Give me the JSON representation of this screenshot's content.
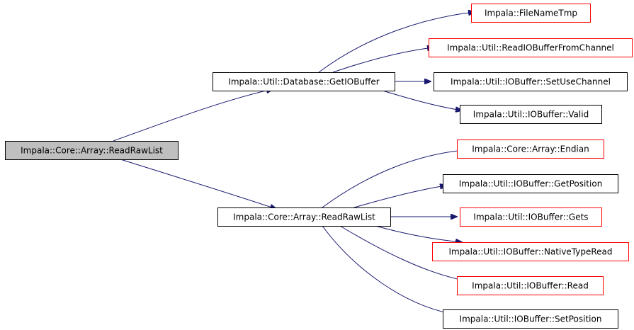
{
  "colors": {
    "root_fill": "#bfbfbf",
    "root_border": "#000000",
    "documented_border": "#000000",
    "undocumented_border": "#ff0000",
    "edge": "#191970"
  },
  "nodes": {
    "root": {
      "label": "Impala::Core::Array::ReadRawList",
      "style": "root"
    },
    "get_io_buffer": {
      "label": "Impala::Util::Database::GetIOBuffer",
      "style": "documented"
    },
    "read_raw_list": {
      "label": "Impala::Core::Array::ReadRawList",
      "style": "documented"
    },
    "file_name_tmp": {
      "label": "Impala::FileNameTmp",
      "style": "undocumented"
    },
    "read_io_buffer_from_channel": {
      "label": "Impala::Util::ReadIOBufferFromChannel",
      "style": "undocumented"
    },
    "set_use_channel": {
      "label": "Impala::Util::IOBuffer::SetUseChannel",
      "style": "documented"
    },
    "valid": {
      "label": "Impala::Util::IOBuffer::Valid",
      "style": "documented"
    },
    "endian": {
      "label": "Impala::Core::Array::Endian",
      "style": "undocumented"
    },
    "get_position": {
      "label": "Impala::Util::IOBuffer::GetPosition",
      "style": "documented"
    },
    "gets": {
      "label": "Impala::Util::IOBuffer::Gets",
      "style": "undocumented"
    },
    "native_type_read": {
      "label": "Impala::Util::IOBuffer::NativeTypeRead",
      "style": "undocumented"
    },
    "read": {
      "label": "Impala::Util::IOBuffer::Read",
      "style": "undocumented"
    },
    "set_position": {
      "label": "Impala::Util::IOBuffer::SetPosition",
      "style": "documented"
    }
  },
  "edges": [
    {
      "from": "root",
      "to": "get_io_buffer"
    },
    {
      "from": "root",
      "to": "read_raw_list"
    },
    {
      "from": "get_io_buffer",
      "to": "file_name_tmp"
    },
    {
      "from": "get_io_buffer",
      "to": "read_io_buffer_from_channel"
    },
    {
      "from": "get_io_buffer",
      "to": "set_use_channel"
    },
    {
      "from": "get_io_buffer",
      "to": "valid"
    },
    {
      "from": "read_raw_list",
      "to": "endian"
    },
    {
      "from": "read_raw_list",
      "to": "get_position"
    },
    {
      "from": "read_raw_list",
      "to": "gets"
    },
    {
      "from": "read_raw_list",
      "to": "native_type_read"
    },
    {
      "from": "read_raw_list",
      "to": "read"
    },
    {
      "from": "read_raw_list",
      "to": "set_position"
    }
  ]
}
